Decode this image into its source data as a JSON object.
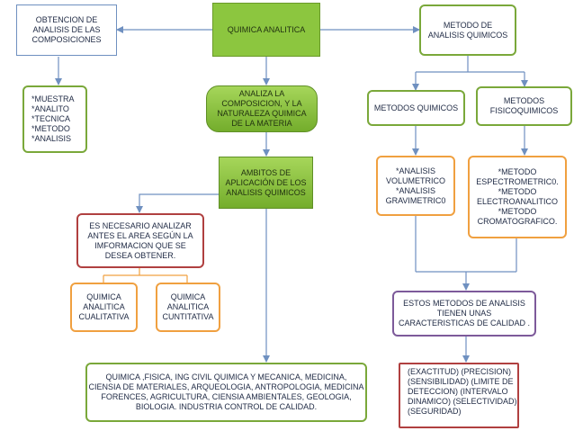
{
  "nodes": {
    "obtencion": "OBTENCION DE\nANALISIS DE  LAS\nCOMPOSICIONES",
    "quimica_analitica": "QUIMICA ANALITICA",
    "metodo_analisis": "METODO DE\nANALISIS QUIMICOS",
    "lista_muestra": "*MUESTRA\n*ANALITO\n*TECNICA\n*METODO\n*ANALISIS",
    "analiza": "ANALIZA LA\nCOMPOSICION, Y LA\nNATURALEZA QUIMICA\nDE LA MATERIA",
    "metodos_quimicos": "METODOS QUIMICOS",
    "metodos_fisico": "METODOS\nFISICOQUIMICOS",
    "ambitos": "AMBITOS DE\nAPLICACIÓN DE LOS\nANALISIS QUIMICOS",
    "analisis_vol": "*ANALISIS\nVOLUMETRICO\n*ANALISIS\nGRAVIMETRIC0",
    "metodo_espectro": "*METODO\nESPECTROMETRIC0.\n*METODO\nELECTROANALITICO\n*METODO\nCROMATOGRAFICO.",
    "es_necesario": "ES NECESARIO ANALIZAR\nANTES EL AREA SEGÚN LA\nIMFORMACION QUE SE\nDESEA OBTENER.",
    "cualitativa": "QUIMICA\nANALITICA\nCUALITATIVA",
    "cuntitativa": "QUIMICA\nANALITICA\nCUNTITATIVA",
    "estos_metodos": "ESTOS METODOS DE ANALISIS\nTIENEN UNAS\nCARACTERISTICAS DE CALIDAD .",
    "areas": "QUIMICA ,FISICA, ING CIVIL  QUIMICA Y MECANICA, MEDICINA,\nCIENSIA DE MATERIALES, ARQUEOLOGIA, ANTROPOLOGIA, MEDICINA\nFORENCES, AGRICULTURA, CIENSIA AMBIENTALES,  GEOLOGIA,\nBIOLOGIA. INDUSTRIA CONTROL DE CALIDAD.",
    "calidad": "(EXACTITUD) (PRECISION)\n(SENSIBILIDAD) (LIMITE DE\nDETECCION) (INTERVALO\nDINAMICO) (SELECTIVIDAD)\n(SEGURIDAD)"
  },
  "colors": {
    "connector": "#6f90c0",
    "green": "#8cc63f",
    "orange": "#f0a040",
    "red": "#b04040",
    "purple": "#7d5a9a"
  }
}
